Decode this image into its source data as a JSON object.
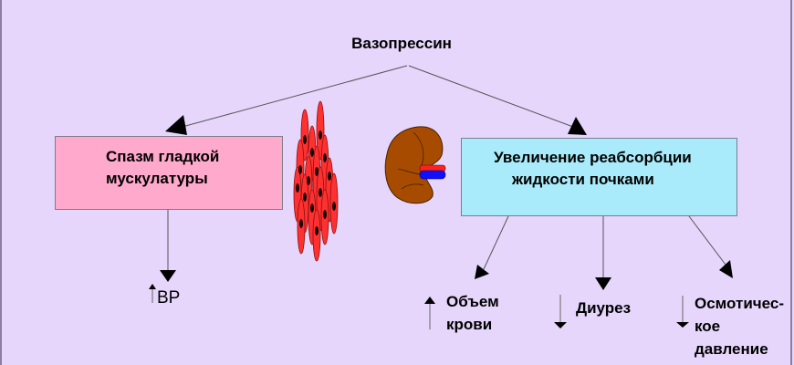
{
  "diagram": {
    "title": "Вазопрессин",
    "left_box": {
      "line1": "Спазм гладкой",
      "line2": "мускулатуры",
      "fill": "#ffa9cc"
    },
    "right_box": {
      "line1": "Увеличение реабсорбции",
      "line2": "жидкости почками",
      "fill": "#a9ebfb"
    },
    "outcomes": {
      "bp": {
        "label": "BP",
        "direction": "up"
      },
      "blood_volume": {
        "line1": "Объем",
        "line2": "крови",
        "direction": "up"
      },
      "diuresis": {
        "line1": "Диурез",
        "direction": "down"
      },
      "osmotic_pressure": {
        "line1": "Осмотичес-",
        "line2": "кое",
        "line3": "давление",
        "direction": "down"
      }
    },
    "icons": {
      "muscle": "smooth-muscle-cells-icon",
      "kidney": "kidney-icon"
    },
    "colors": {
      "background": "#e6d6fb",
      "muscle_cell": "#ff3030",
      "kidney": "#a64b00",
      "artery": "#ff2020",
      "vein": "#1010ff"
    }
  }
}
